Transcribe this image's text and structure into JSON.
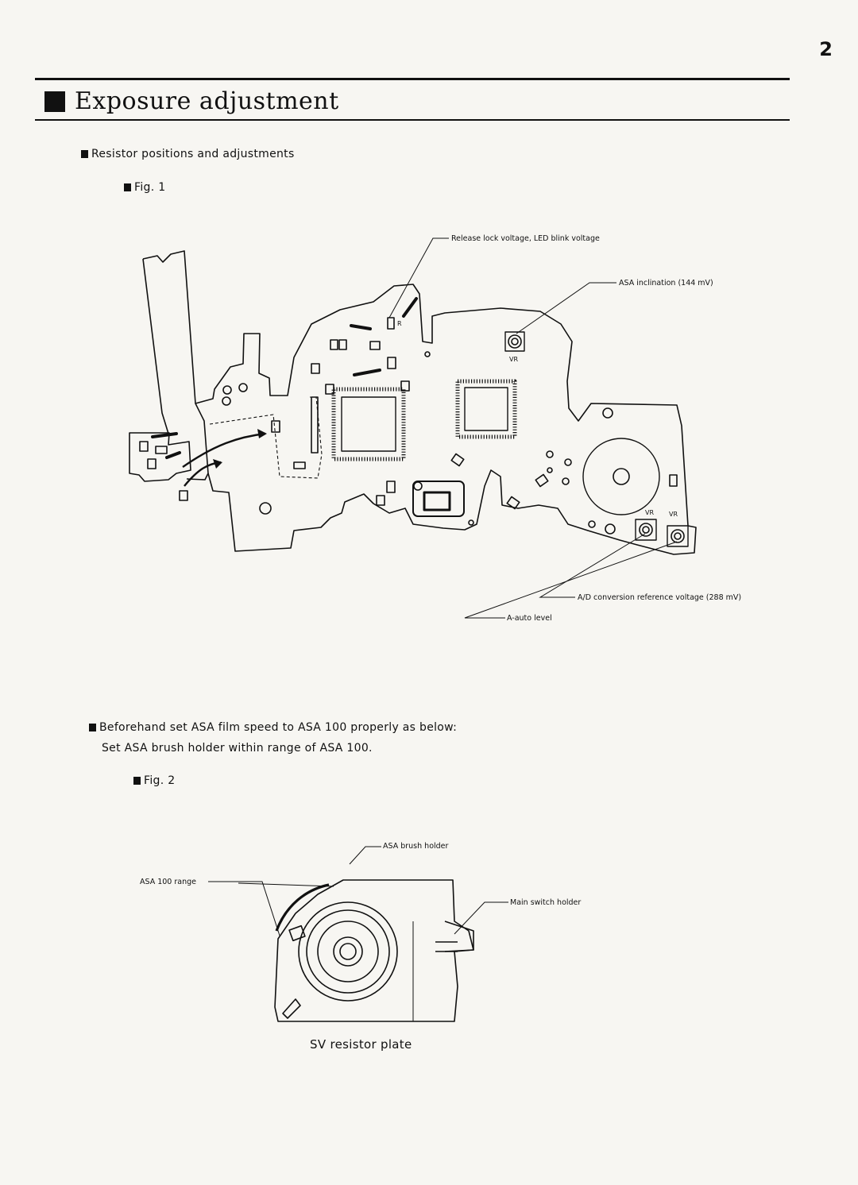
{
  "page_number": "2",
  "title": "Exposure adjustment",
  "section1": {
    "heading": "Resistor positions and adjustments",
    "fig_label": "Fig. 1",
    "callouts": {
      "release_lock": "Release lock voltage, LED blink voltage",
      "asa_inclination": "ASA inclination (144 mV)",
      "ad_conversion": "A/D conversion reference voltage (288 mV)",
      "a_auto_level": "A-auto level"
    },
    "component_labels": {
      "r_label": "R",
      "vr4": "VR",
      "vr1": "VR",
      "vr2": "VR"
    }
  },
  "section2": {
    "line1": "Beforehand set ASA film speed to ASA 100 properly as below:",
    "line2": "Set ASA brush holder within range of ASA 100.",
    "fig_label": "Fig. 2",
    "callouts": {
      "asa_brush_holder": "ASA brush holder",
      "asa_100_range": "ASA 100 range",
      "main_switch_holder": "Main switch holder"
    },
    "caption": "SV resistor plate"
  }
}
